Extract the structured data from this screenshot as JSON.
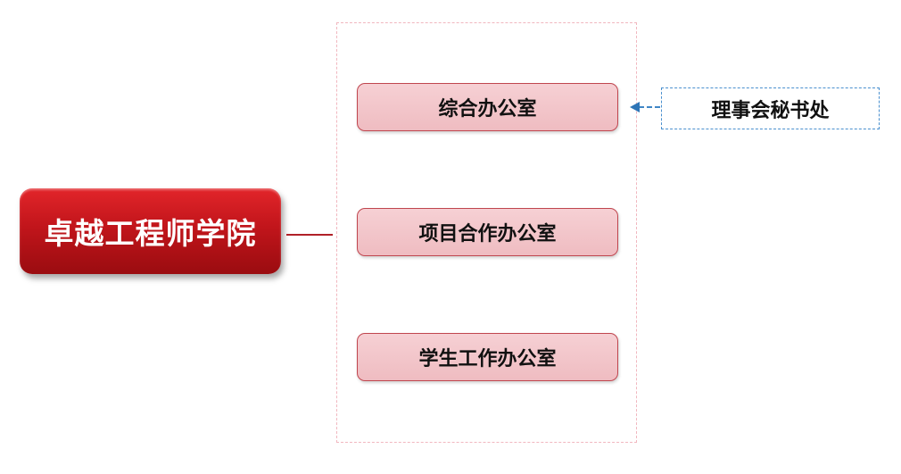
{
  "root": {
    "label": "卓越工程师学院"
  },
  "offices": [
    {
      "label": "综合办公室"
    },
    {
      "label": "项目合作办公室"
    },
    {
      "label": "学生工作办公室"
    }
  ],
  "secretariat": {
    "label": "理事会秘书处"
  },
  "colors": {
    "root_fill": "#c1151b",
    "office_fill": "#f2c4c8",
    "office_border": "#c0464f",
    "frame_border": "#f1b7bf",
    "secretariat_border": "#4a90cf",
    "arrow": "#2e75b6"
  }
}
